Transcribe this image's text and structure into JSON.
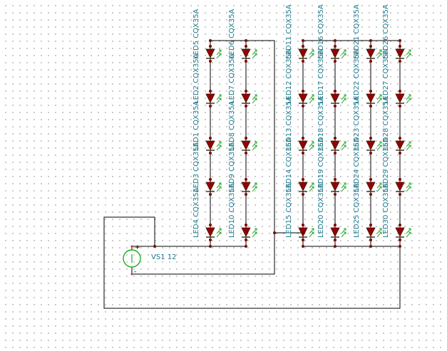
{
  "diagram": {
    "colors": {
      "wire": "#000000",
      "node": "#800000",
      "led_fill": "#990000",
      "led_arrow": "#33aa33",
      "label_text": "#1f7a8c",
      "source_outline": "#22aa22",
      "grid_dot": "#b8b8b8"
    },
    "source": {
      "label": "VS1 12",
      "plus": "+",
      "minus": "-",
      "icon": "dc-voltage-source-icon"
    },
    "led_icon": "led-diode-icon",
    "left_bank": {
      "columns": [
        {
          "leds": [
            "LED5 CQX35A",
            "LED2 CQX35A",
            "LED1 CQX35A",
            "LED3 CQX35A",
            "LED4 CQX35A"
          ]
        },
        {
          "leds": [
            "LED6 CQX35A",
            "LED7 CQX35A",
            "LED8 CQX35A",
            "LED9 CQX35A",
            "LED10 CQX35A"
          ]
        }
      ]
    },
    "right_bank": {
      "columns": [
        {
          "leds": [
            "LED11 CQX35A",
            "LED12 CQX35A",
            "LED13 CQX35A",
            "LED14 CQX35A",
            "LED15 CQX35A"
          ]
        },
        {
          "leds": [
            "LED16 CQX35A",
            "LED17 CQX35A",
            "LED18 CQX35A",
            "LED19 CQX35A",
            "LED20 CQX35A"
          ]
        },
        {
          "leds": [
            "LED21 CQX35A",
            "LED22 CQX35A",
            "LED23 CQX35A",
            "LED24 CQX35A",
            "LED25 CQX35A"
          ]
        },
        {
          "leds": [
            "LED26 CQX35A",
            "LED27 CQX35A",
            "LED28 CQX35A",
            "LED29 CQX35A",
            "LED30 CQX35A"
          ]
        }
      ]
    }
  }
}
